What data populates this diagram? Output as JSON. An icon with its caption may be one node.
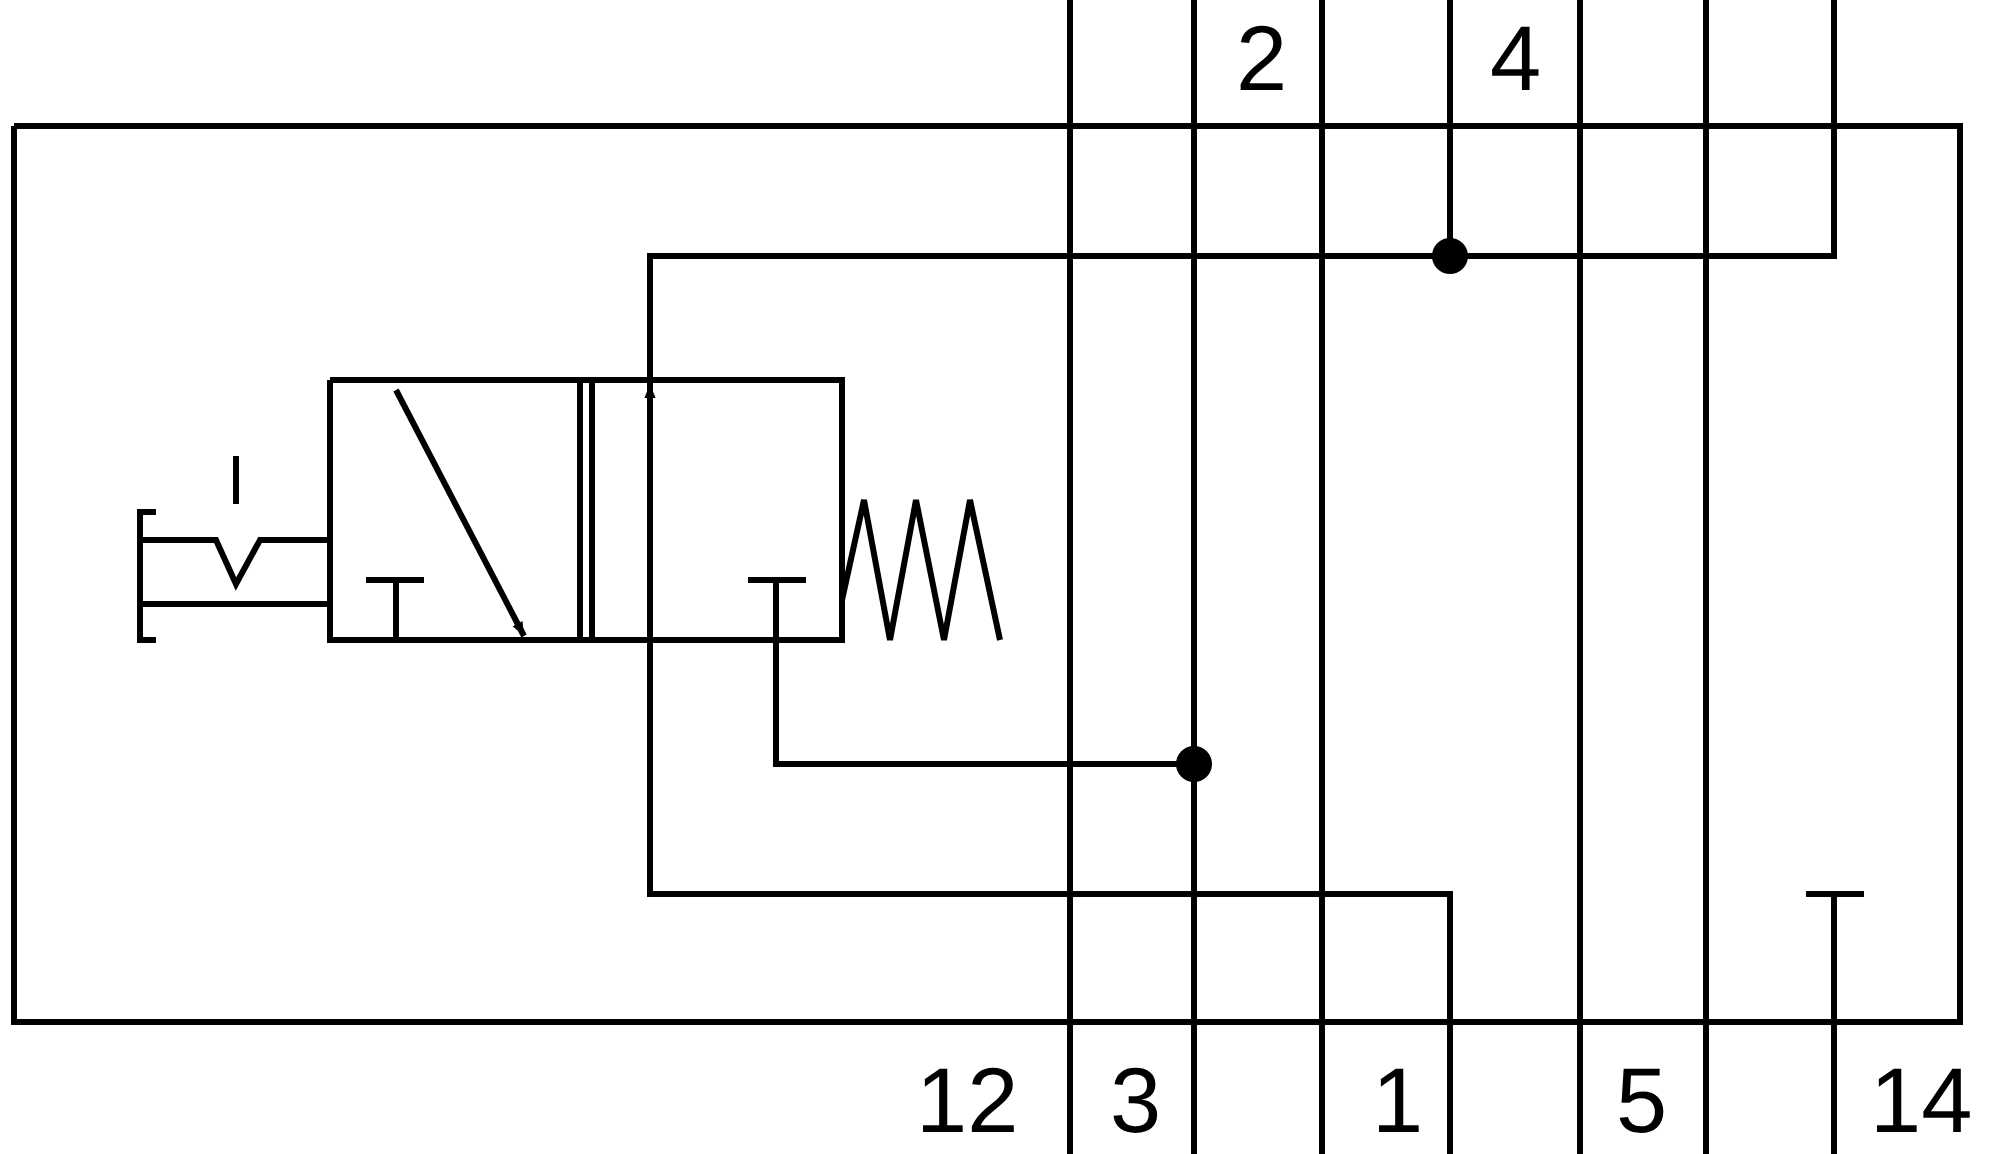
{
  "diagram": {
    "labels": [
      "2",
      "4",
      "12",
      "3",
      "1",
      "5",
      "14"
    ]
  }
}
